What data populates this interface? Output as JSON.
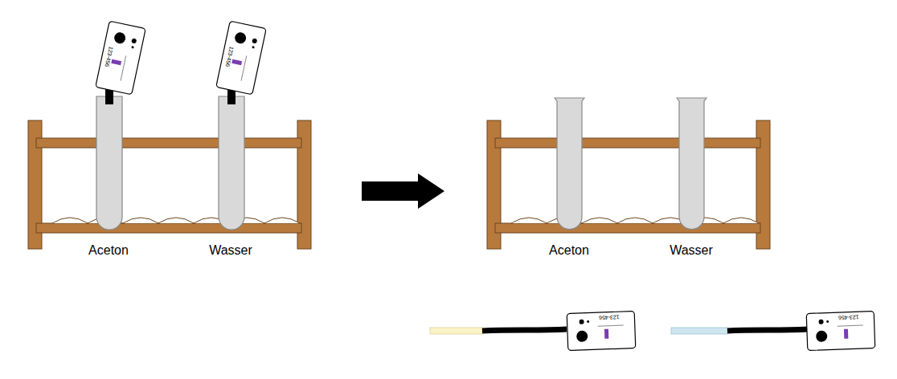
{
  "diagram": {
    "labels": [
      "Aceton",
      "Wasser",
      "Aceton",
      "Wasser",
      "123-456",
      "123-456",
      "123-456",
      "123-456"
    ]
  }
}
